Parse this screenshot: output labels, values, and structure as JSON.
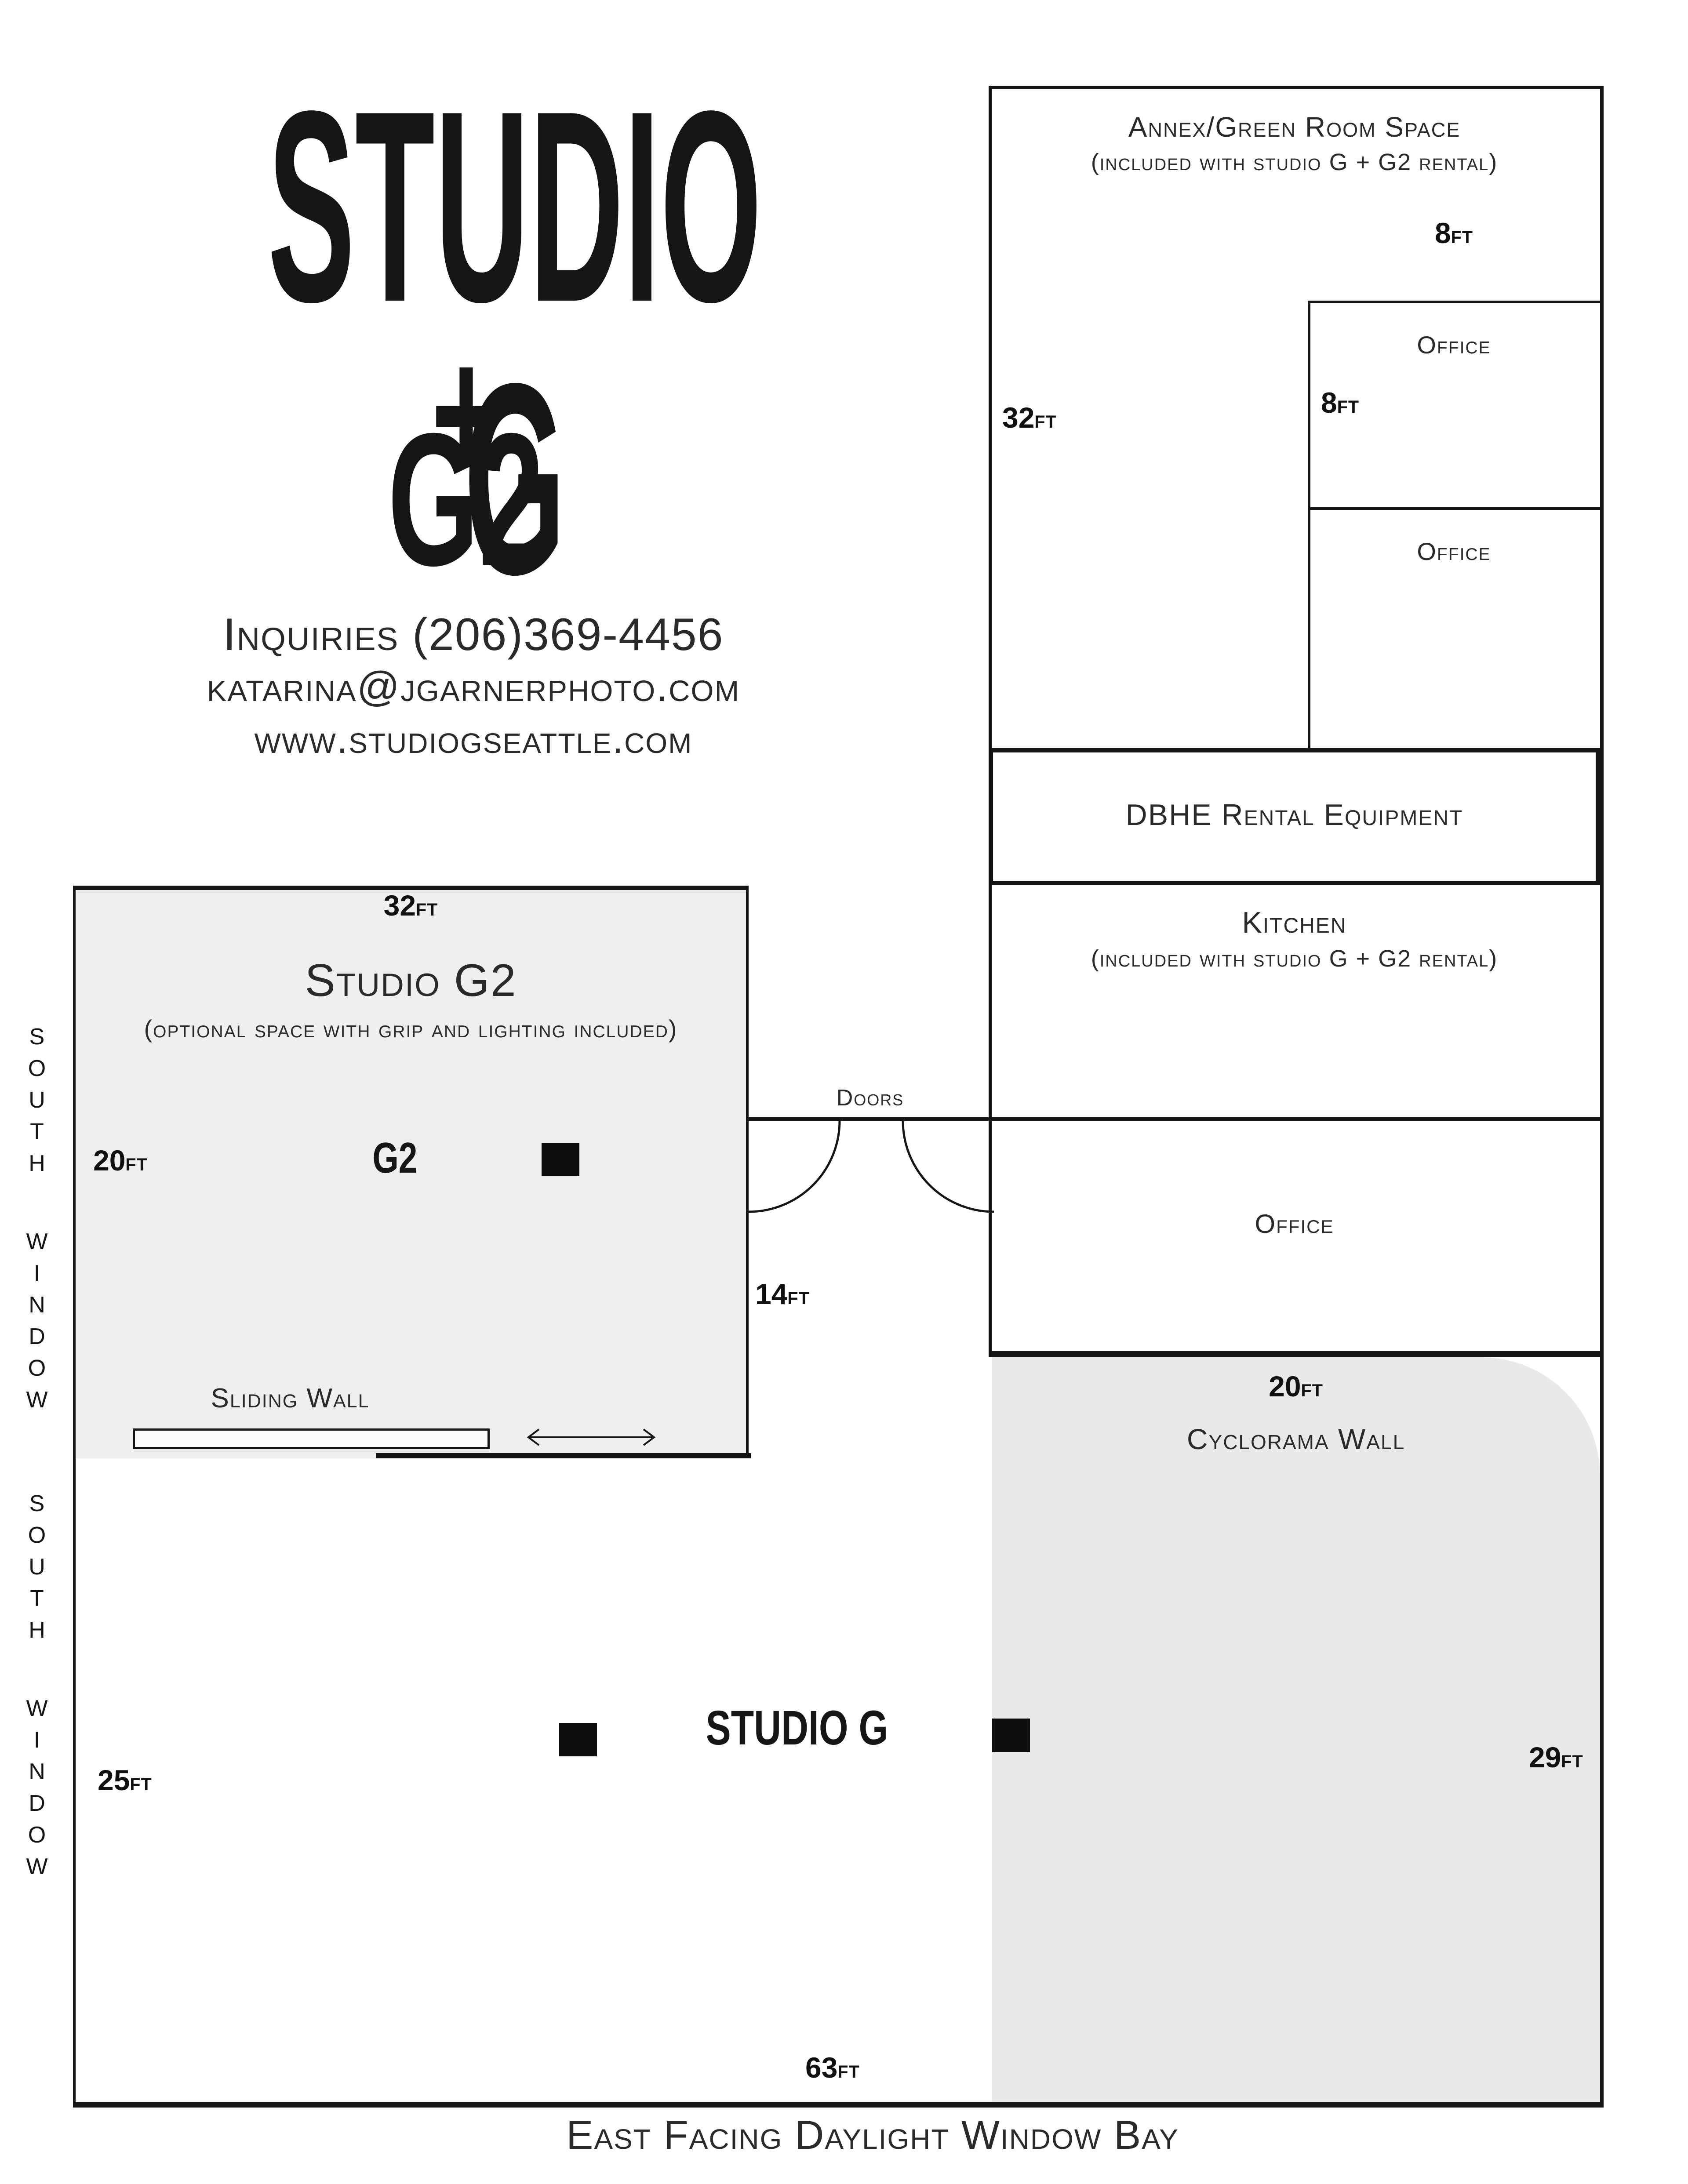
{
  "page": {
    "background": "#ffffff",
    "ink": "#151515",
    "g2_fill": "#efefef",
    "cyclorama_fill": "#e9e9e9"
  },
  "title": {
    "line1": "STUDIO G",
    "plus": "+",
    "line2": "G2"
  },
  "contact": {
    "inquiries": "Inquiries (206)369-4456",
    "email": "katarina@jgarnerphoto.com",
    "website": "www.studiogseattle.com"
  },
  "annex": {
    "name": "Annex/Green Room Space",
    "note": "(included with studio G + G2 rental)",
    "height": {
      "v": "32",
      "u": "FT"
    }
  },
  "offices": {
    "top": {
      "label": "Office",
      "width": {
        "v": "8",
        "u": "FT"
      },
      "height": {
        "v": "8",
        "u": "FT"
      }
    },
    "bottom": {
      "label": "Office"
    },
    "middle": {
      "label": "Office"
    }
  },
  "dbhe": {
    "name": "DBHE Rental Equipment"
  },
  "kitchen": {
    "name": "Kitchen",
    "note": "(included with studio G + G2 rental)"
  },
  "doors": {
    "label": "Doors",
    "width": {
      "v": "14",
      "u": "FT"
    }
  },
  "g2": {
    "width": {
      "v": "32",
      "u": "FT"
    },
    "name": "Studio G2",
    "note": "(optional space with grip and lighting included)",
    "height": {
      "v": "20",
      "u": "FT"
    },
    "floor_label": "G2",
    "sliding_wall": "Sliding Wall"
  },
  "cyclorama": {
    "width": {
      "v": "20",
      "u": "FT"
    },
    "name": "Cyclorama Wall",
    "height": {
      "v": "29",
      "u": "FT"
    }
  },
  "studio_g": {
    "name": "STUDIO G",
    "height": {
      "v": "25",
      "u": "FT"
    },
    "width": {
      "v": "63",
      "u": "FT"
    }
  },
  "windows": {
    "south_upper": "SOUTH WINDOW",
    "south_lower": "SOUTH WINDOW",
    "east_label": "East Facing Daylight Window Bay"
  }
}
